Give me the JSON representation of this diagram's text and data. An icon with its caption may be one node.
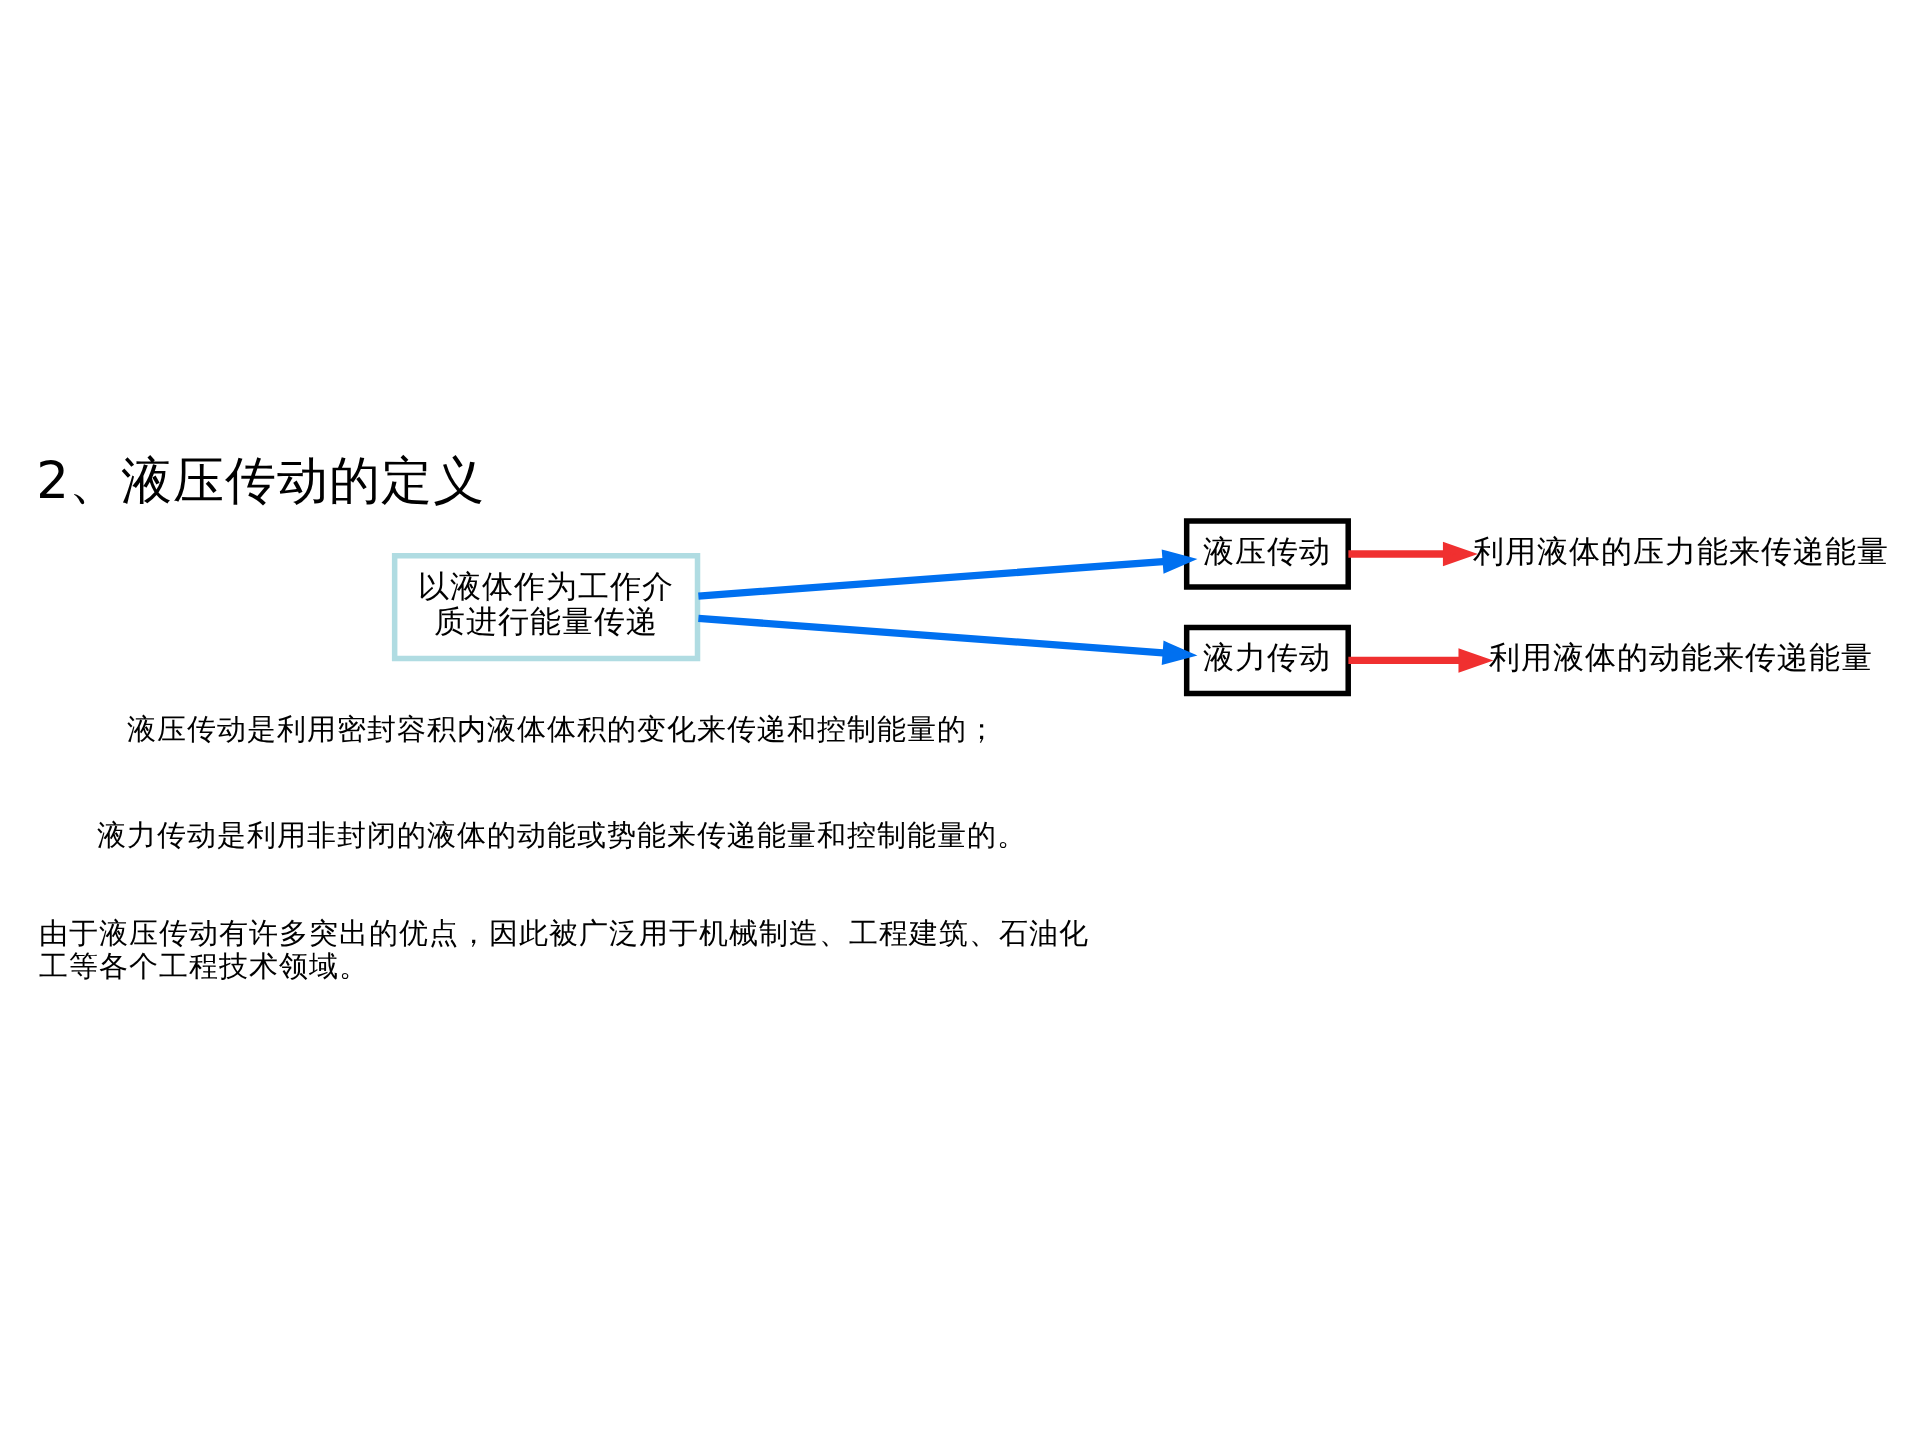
{
  "diagram": {
    "title": "2、液压传动的定义",
    "nodes": [
      {
        "text": [
          "以液体作为工作介质进行能量传递"
        ]
      },
      {
        "text": [
          "液压传动"
        ]
      },
      {
        "text": [
          "液力传动"
        ]
      },
      {
        "text": [
          "利用液体的压力能来传递能量"
        ]
      },
      {
        "text": [
          "利用液体的动能来传递能量"
        ]
      }
    ],
    "edges": [
      {
        "from": 0,
        "to": 1,
        "arrow": "to",
        "color": "#0070f0"
      },
      {
        "from": 0,
        "to": 2,
        "arrow": "to",
        "color": "#0070f0"
      },
      {
        "from": 1,
        "to": 3,
        "arrow": "to",
        "color": "#f03030"
      },
      {
        "from": 2,
        "to": 4,
        "arrow": "to",
        "color": "#f03030"
      }
    ],
    "labels": [
      "液压传动是利用密封容积内液体体积的变化来传递和控制能量的；",
      "液力传动是利用非封闭的液体的动能或势能来传递能量和控制能量的。",
      "由于液压传动有许多突出的优点，因此被广泛用于机械制造、工程建筑、石油化工等各个工程技术领域。"
    ]
  }
}
